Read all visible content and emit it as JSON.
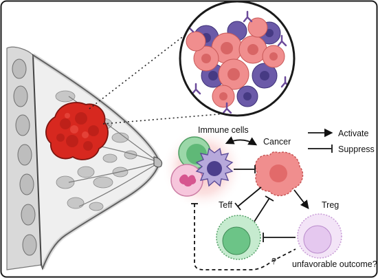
{
  "labels": {
    "immune_cells": "Immune cells",
    "cancer": "Cancer",
    "teff": "Teff",
    "treg": "Treg",
    "question": "?",
    "unfavorable": "unfavorable outcome?"
  },
  "legend": {
    "activate": "Activate",
    "suppress": "Suppress"
  },
  "colors": {
    "frame": "#1a1a1a",
    "tumor": "#d7281f",
    "cancer_cell": "#f08e8e",
    "myeloid_cell": "#6b5aa8",
    "teff_cell": "#9bd7a8",
    "treg_cell": "#e8d3ef",
    "neutrophil": "#f6c6dc",
    "lymphocyte_green": "#7fcf98",
    "glow": "#f7b5b5"
  },
  "icons": [
    "breast-anatomy-icon",
    "tumor-icon",
    "magnifier-circle-icon",
    "activate-arrow-icon",
    "suppress-bar-icon"
  ]
}
